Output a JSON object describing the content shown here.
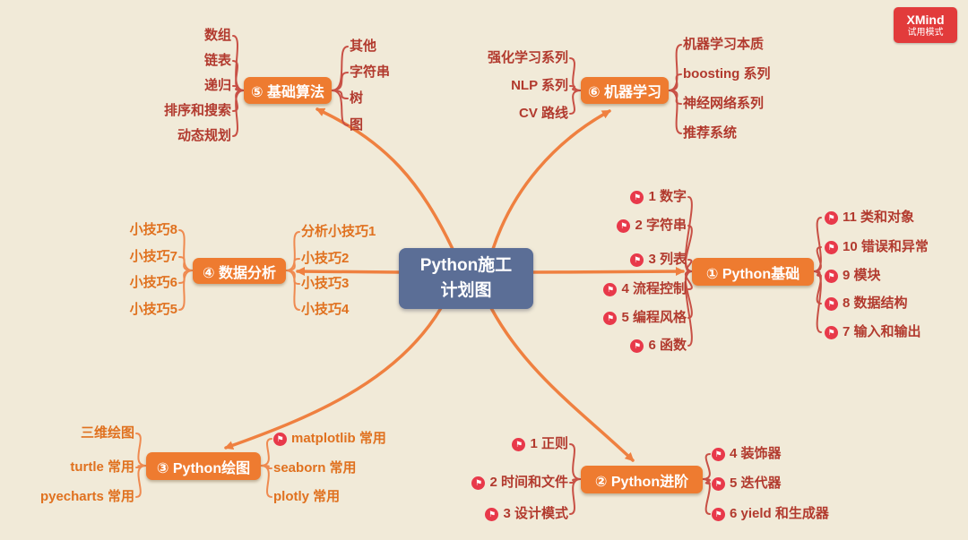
{
  "badge": {
    "brand": "XMind",
    "mode": "试用模式"
  },
  "center": {
    "line1": "Python施工",
    "line2": "计划图"
  },
  "icons": {
    "flag": "⚑"
  },
  "branches": {
    "algorithms": {
      "label": "⑤ 基础算法",
      "left": [
        "数组",
        "链表",
        "递归",
        "排序和搜索",
        "动态规划"
      ],
      "right": [
        "其他",
        "字符串",
        "树",
        "图"
      ]
    },
    "ml": {
      "label": "⑥ 机器学习",
      "left": [
        "强化学习系列",
        "NLP 系列",
        "CV 路线"
      ],
      "right": [
        "机器学习本质",
        "boosting 系列",
        "神经网络系列",
        "推荐系统"
      ]
    },
    "analysis": {
      "label": "④ 数据分析",
      "left": [
        "小技巧8",
        "小技巧7",
        "小技巧6",
        "小技巧5"
      ],
      "right": [
        "分析小技巧1",
        "小技巧2",
        "小技巧3",
        "小技巧4"
      ]
    },
    "basics": {
      "label": "① Python基础",
      "left": [
        "1 数字",
        "2 字符串",
        "3 列表",
        "4 流程控制",
        "5 编程风格",
        "6 函数"
      ],
      "right": [
        "11 类和对象",
        "10 错误和异常",
        "9 模块",
        "8 数据结构",
        "7 输入和输出"
      ]
    },
    "advanced": {
      "label": "② Python进阶",
      "left": [
        "1 正则",
        "2 时间和文件",
        "3 设计模式"
      ],
      "right": [
        "4 装饰器",
        "5 迭代器",
        "6 yield 和生成器"
      ]
    },
    "drawing": {
      "label": "③ Python绘图",
      "left": [
        "三维绘图",
        "turtle 常用",
        "pyecharts 常用"
      ],
      "right": [
        "matplotlib 常用",
        "seaborn 常用",
        "plotly 常用"
      ]
    }
  },
  "colors": {
    "background": "#f1ead8",
    "center_node": "#5b6e96",
    "topic_node": "#ee7b30",
    "crimson_text": "#b23a2e",
    "orange_text": "#e0711f",
    "main_branch_line": "#ef8040",
    "red_subtopic_line": "#c85045",
    "orange_subtopic_line": "#ef8a50",
    "flag_icon": "#e8394a",
    "trial_badge": "#e23b3b"
  }
}
